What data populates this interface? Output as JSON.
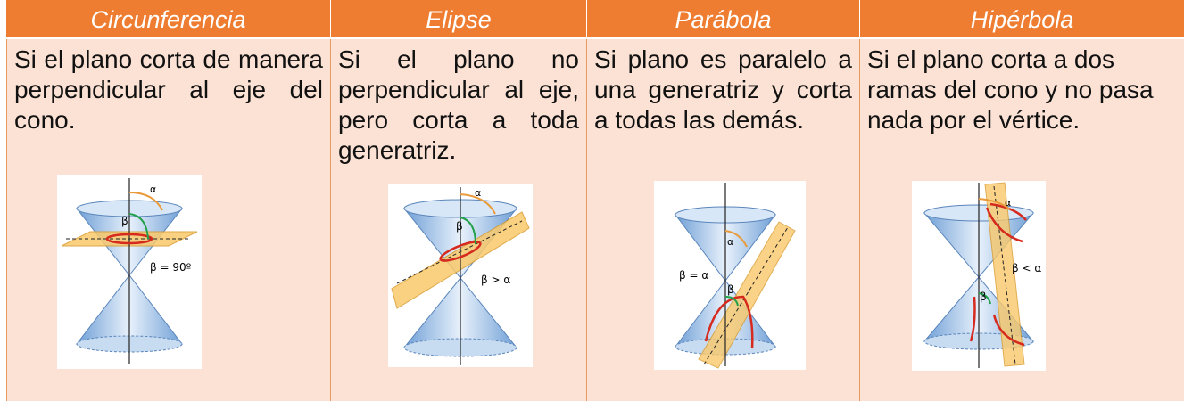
{
  "columns": [
    {
      "title": "Circunferencia",
      "text": "Si el plano corta de manera perpendicular al eje del cono.",
      "figure": {
        "alpha": "α",
        "beta": "β",
        "relation": "β = 90º"
      }
    },
    {
      "title": "Elipse",
      "text": "Si el plano no perpendicular al eje, pero corta a toda generatriz.",
      "figure": {
        "alpha": "α",
        "beta": "β",
        "relation": "β > α"
      }
    },
    {
      "title": "Parábola",
      "text": "Si plano es paralelo a una generatriz y corta a todas las demás.",
      "figure": {
        "alpha": "α",
        "beta": "β",
        "relation": "β = α"
      }
    },
    {
      "title": "Hipérbola",
      "text": "Si el plano corta a dos ramas del cono y no pasa nada por el vértice.",
      "figure": {
        "alpha": "α",
        "beta": "β",
        "relation": "β < α"
      }
    }
  ],
  "colors": {
    "header": "#ee7d31",
    "cell": "#fbe2d4",
    "curve": "#d62a1e",
    "plane": "#f9c96b",
    "cone": "#9fc3e6"
  }
}
